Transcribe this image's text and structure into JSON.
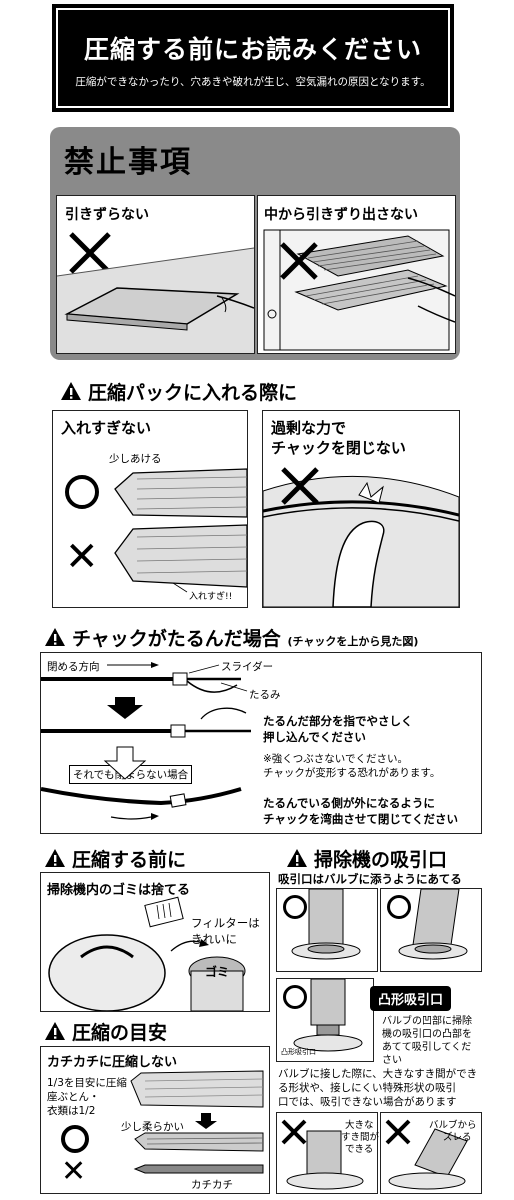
{
  "header": {
    "title": "圧縮する前にお読みください",
    "subtitle": "圧縮ができなかったり、穴あきや破れが生じ、空気漏れの原因となります。"
  },
  "prohibited": {
    "title": "禁止事項",
    "left_label": "引きずらない",
    "right_label": "中から引きずり出さない"
  },
  "pack_section": {
    "title": "圧縮パックに入れる際に",
    "left_title": "入れすぎない",
    "left_note_top": "少しあける",
    "left_note_bottom": "入れすぎ!!",
    "right_title_1": "過剰な力で",
    "right_title_2": "チャックを閉じない"
  },
  "slack_section": {
    "title": "チャックがたるんだ場合",
    "title_note": "(チャックを上から見た図)",
    "close_direction": "閉める方向",
    "slider": "スライダー",
    "slack": "たるみ",
    "instruction_1": "たるんだ部分を指でやさしく",
    "instruction_2": "押し込んでください",
    "caution_1": "※強くつぶさないでください。",
    "caution_2": "チャックが変形する恐れがあります。",
    "still_not_closing": "それでも閉まらない場合",
    "bend_1": "たるんでいる側が外になるように",
    "bend_2": "チャックを湾曲させて閉じてください"
  },
  "before_section": {
    "title": "圧縮する前に",
    "box_title": "掃除機内のゴミは捨てる",
    "filter_1": "フィルターは",
    "filter_2": "きれいに",
    "trash": "ゴミ"
  },
  "guide_section": {
    "title": "圧縮の目安",
    "box_title": "カチカチに圧縮しない",
    "note_1": "1/3を目安に圧縮",
    "note_2": "座ぶとん・",
    "note_3": "衣類は1/2",
    "slightly_soft": "少し柔らかい",
    "rock_hard": "カチカチ"
  },
  "suction_section": {
    "title": "掃除機の吸引口",
    "box_title": "吸引口はバルブに添うようにあてる",
    "badge": "凸形吸引口",
    "convex_note_1": "バルブの凹部に掃除",
    "convex_note_2": "機の吸引口の凸部を",
    "convex_note_3": "あてて吸引してくだ",
    "convex_note_4": "さい",
    "gap_note_1": "バルブに接した際に、大きなすき間ができ",
    "gap_note_2": "る形状や、接しにくい特殊形状の吸引",
    "gap_note_3": "口では、吸引できない場合があります",
    "large_gap_1": "大きな",
    "large_gap_2": "すき間が",
    "large_gap_3": "できる",
    "off_valve_1": "バルブから",
    "off_valve_2": "ズレる",
    "small_label": "凸形吸引口"
  }
}
